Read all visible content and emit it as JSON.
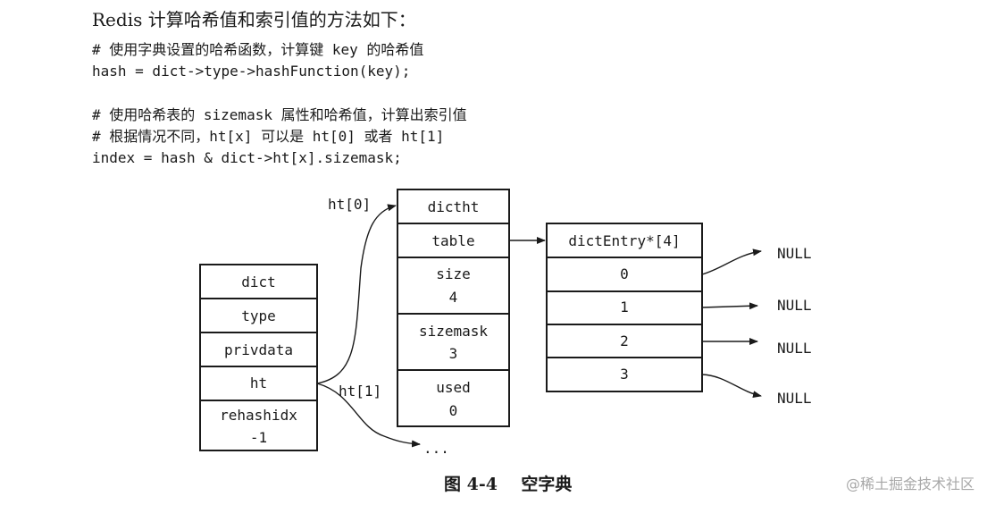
{
  "heading": "Redis 计算哈希值和索引值的方法如下：",
  "code_block_1": [
    "# 使用字典设置的哈希函数，计算键 key 的哈希值",
    "hash = dict->type->hashFunction(key);"
  ],
  "code_block_2": [
    "# 使用哈希表的 sizemask 属性和哈希值，计算出索引值",
    "# 根据情况不同，ht[x] 可以是 ht[0] 或者 ht[1]",
    "index = hash & dict->ht[x].sizemask;"
  ],
  "dict_struct": {
    "fields": [
      "dict",
      "type",
      "privdata",
      "ht"
    ],
    "rehashidx_label": "rehashidx",
    "rehashidx_value": "-1"
  },
  "dictht_struct": {
    "title": "dictht",
    "table": "table",
    "size_label": "size",
    "size_value": "4",
    "sizemask_label": "sizemask",
    "sizemask_value": "3",
    "used_label": "used",
    "used_value": "0"
  },
  "dictentry_array": {
    "title": "dictEntry*[4]",
    "indices": [
      "0",
      "1",
      "2",
      "3"
    ],
    "null_label": "NULL"
  },
  "edge_labels": {
    "ht0": "ht[0]",
    "ht1": "ht[1]",
    "ellipsis": "..."
  },
  "caption": "图 4-4    空字典",
  "watermark": "@稀土掘金技术社区"
}
